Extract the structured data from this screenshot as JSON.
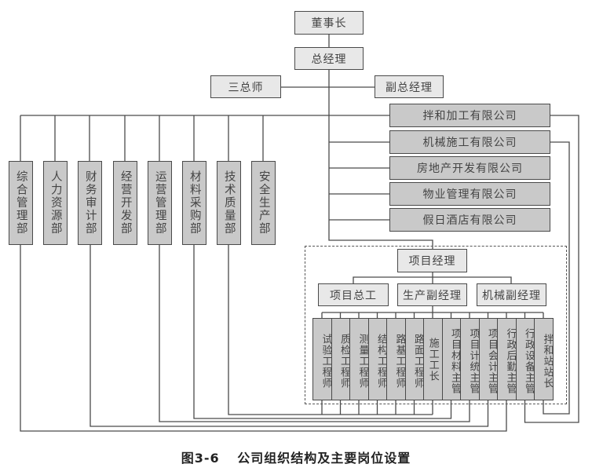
{
  "top": {
    "chairman": "董事长",
    "general_manager": "总经理",
    "chief_engineers": "三总师",
    "deputy_general_manager": "副总经理"
  },
  "companies": [
    {
      "name": "拌和加工有限公司"
    },
    {
      "name": "机械施工有限公司"
    },
    {
      "name": "房地产开发有限公司"
    },
    {
      "name": "物业管理有限公司"
    },
    {
      "name": "假日酒店有限公司"
    }
  ],
  "departments": [
    {
      "name": "综合管理部"
    },
    {
      "name": "人力资源部"
    },
    {
      "name": "财务审计部"
    },
    {
      "name": "经营开发部"
    },
    {
      "name": "运营管理部"
    },
    {
      "name": "材料采购部"
    },
    {
      "name": "技术质量部"
    },
    {
      "name": "安全生产部"
    }
  ],
  "project": {
    "manager": "项目经理",
    "deputies": [
      "项目总工",
      "生产副经理",
      "机械副经理"
    ],
    "positions": [
      {
        "name": "试验工程师"
      },
      {
        "name": "质检工程师"
      },
      {
        "name": "测量工程师"
      },
      {
        "name": "结构工程师"
      },
      {
        "name": "路基工程师"
      },
      {
        "name": "路面工程师"
      },
      {
        "name": "施工工长"
      },
      {
        "name": "项目材料主管"
      },
      {
        "name": "项目计统主管"
      },
      {
        "name": "项目会计主管"
      },
      {
        "name": "行政后勤主管"
      },
      {
        "name": "行政设备主管"
      },
      {
        "name": "拌和站站长"
      }
    ]
  },
  "caption": {
    "figure_no": "图3-6",
    "title": "公司组织结构及主要岗位设置"
  },
  "colors": {
    "light_box": "#e8e8e8",
    "dark_box": "#c9c9c9",
    "line": "#4a4a4a"
  }
}
